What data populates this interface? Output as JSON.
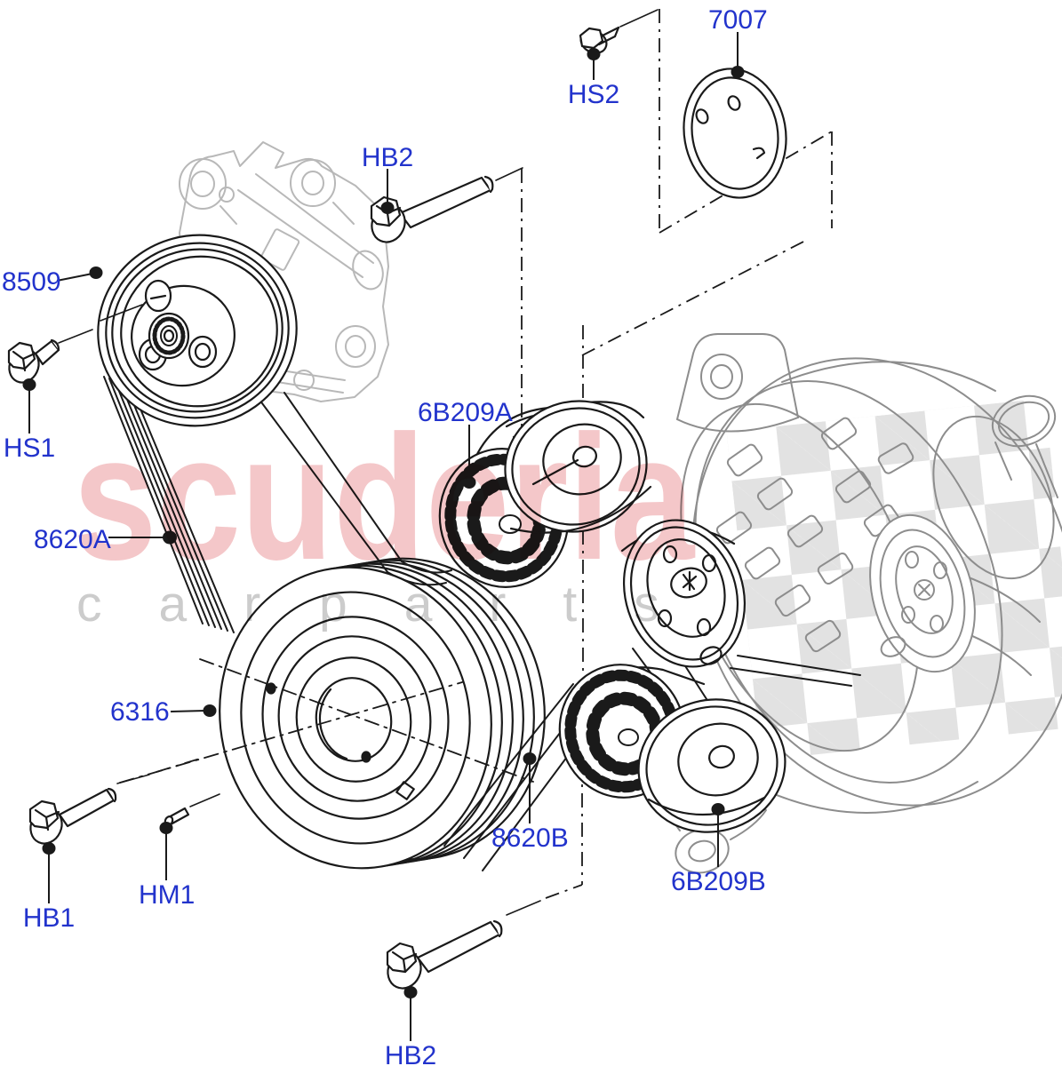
{
  "page": {
    "background": "#ffffff"
  },
  "watermark": {
    "brand": "scuderia",
    "tagline": "car parts",
    "brand_color": "#f4c7c9",
    "tagline_color": "#cccccc"
  },
  "diagram": {
    "label_color": "#2233cc",
    "line_color": "#1a1a1a",
    "background_part_color": "#b8b8b8",
    "alternator_color": "#8d8d8d",
    "labels": [
      {
        "id": "7007",
        "text": "7007"
      },
      {
        "id": "HS2",
        "text": "HS2"
      },
      {
        "id": "HB2-top",
        "text": "HB2"
      },
      {
        "id": "8509",
        "text": "8509"
      },
      {
        "id": "HS1",
        "text": "HS1"
      },
      {
        "id": "8620A",
        "text": "8620A"
      },
      {
        "id": "6B209A",
        "text": "6B209A"
      },
      {
        "id": "6316",
        "text": "6316"
      },
      {
        "id": "HB1",
        "text": "HB1"
      },
      {
        "id": "HM1",
        "text": "HM1"
      },
      {
        "id": "8620B",
        "text": "8620B"
      },
      {
        "id": "6B209B",
        "text": "6B209B"
      },
      {
        "id": "HB2-bottom",
        "text": "HB2"
      }
    ]
  }
}
